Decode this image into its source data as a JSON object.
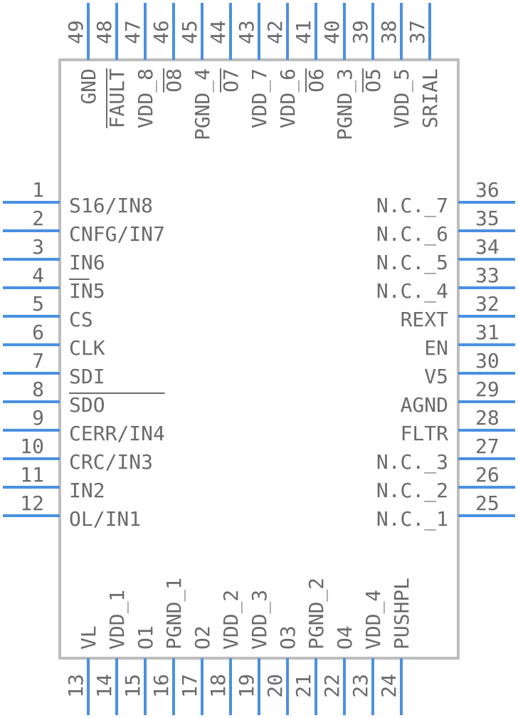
{
  "pins": {
    "left": [
      {
        "num": "1",
        "label": "S16/IN8"
      },
      {
        "num": "2",
        "label": "CNFG/IN7"
      },
      {
        "num": "3",
        "label": "IN6"
      },
      {
        "num": "4",
        "label": "IN5"
      },
      {
        "num": "5",
        "label": "CS",
        "overbar": true
      },
      {
        "num": "6",
        "label": "CLK"
      },
      {
        "num": "7",
        "label": "SDI"
      },
      {
        "num": "8",
        "label": "SDO"
      },
      {
        "num": "9",
        "label": "CERR/IN4",
        "overbar": true
      },
      {
        "num": "10",
        "label": "CRC/IN3"
      },
      {
        "num": "11",
        "label": "IN2"
      },
      {
        "num": "12",
        "label": "OL/IN1"
      }
    ],
    "bottom": [
      {
        "num": "13",
        "label": "VL"
      },
      {
        "num": "14",
        "label": "VDD_1"
      },
      {
        "num": "15",
        "label": "O1"
      },
      {
        "num": "16",
        "label": "PGND_1"
      },
      {
        "num": "17",
        "label": "O2"
      },
      {
        "num": "18",
        "label": "VDD_2"
      },
      {
        "num": "19",
        "label": "VDD_3"
      },
      {
        "num": "20",
        "label": "O3"
      },
      {
        "num": "21",
        "label": "PGND_2"
      },
      {
        "num": "22",
        "label": "O4"
      },
      {
        "num": "23",
        "label": "VDD_4"
      },
      {
        "num": "24",
        "label": "PUSHPL"
      }
    ],
    "right": [
      {
        "num": "25",
        "label": "N.C._1"
      },
      {
        "num": "26",
        "label": "N.C._2"
      },
      {
        "num": "27",
        "label": "N.C._3"
      },
      {
        "num": "28",
        "label": "FLTR"
      },
      {
        "num": "29",
        "label": "AGND"
      },
      {
        "num": "30",
        "label": "V5"
      },
      {
        "num": "31",
        "label": "EN"
      },
      {
        "num": "32",
        "label": "REXT"
      },
      {
        "num": "33",
        "label": "N.C._4"
      },
      {
        "num": "34",
        "label": "N.C._5"
      },
      {
        "num": "35",
        "label": "N.C._6"
      },
      {
        "num": "36",
        "label": "N.C._7"
      }
    ],
    "top": [
      {
        "num": "37",
        "label": "SRIAL"
      },
      {
        "num": "38",
        "label": "VDD_5"
      },
      {
        "num": "39",
        "label": "O5",
        "overbar": true
      },
      {
        "num": "40",
        "label": "PGND_3"
      },
      {
        "num": "41",
        "label": "O6",
        "overbar": true
      },
      {
        "num": "42",
        "label": "VDD_6"
      },
      {
        "num": "43",
        "label": "VDD_7"
      },
      {
        "num": "44",
        "label": "O7",
        "overbar": true
      },
      {
        "num": "45",
        "label": "PGND_4"
      },
      {
        "num": "46",
        "label": "O8",
        "overbar": true
      },
      {
        "num": "47",
        "label": "VDD_8"
      },
      {
        "num": "48",
        "label": "FAULT",
        "overbar": true
      },
      {
        "num": "49",
        "label": "GND"
      }
    ]
  }
}
